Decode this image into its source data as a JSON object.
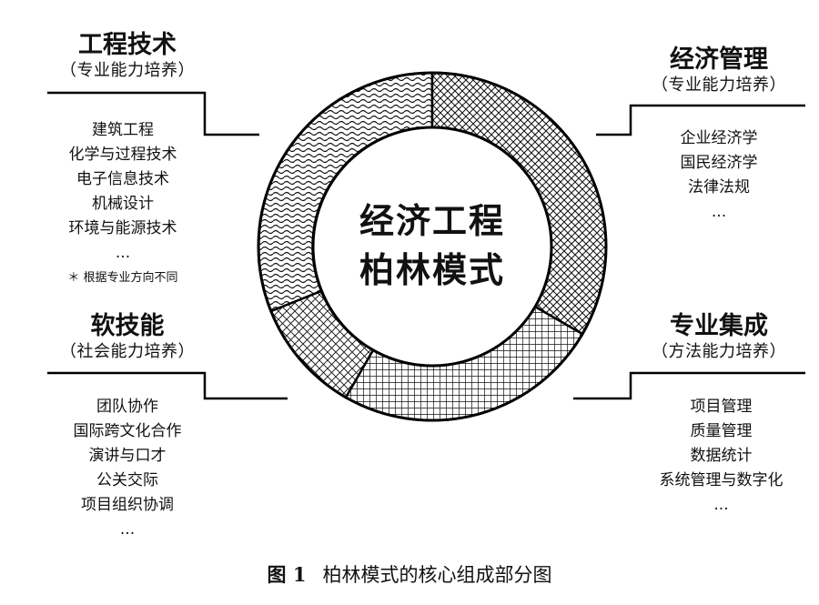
{
  "center": {
    "line1": "经济工程",
    "line2": "柏林模式"
  },
  "engineering": {
    "title": "工程技术",
    "subtitle": "（专业能力培养）",
    "items": [
      "建筑工程",
      "化学与过程技术",
      "电子信息技术",
      "机械设计",
      "环境与能源技术",
      "..."
    ],
    "note": "＊ 根据专业方向不同"
  },
  "economics": {
    "title": "经济管理",
    "subtitle": "（专业能力培养）",
    "items": [
      "企业经济学",
      "国民经济学",
      "法律法规",
      "..."
    ]
  },
  "softskills": {
    "title": "软技能",
    "subtitle": "（社会能力培养）",
    "items": [
      "团队协作",
      "国际跨文化合作",
      "演讲与口才",
      "公关交际",
      "项目组织协调",
      "..."
    ]
  },
  "integration": {
    "title": "专业集成",
    "subtitle": "（方法能力培养）",
    "items": [
      "项目管理",
      "质量管理",
      "数据统计",
      "系统管理与数字化",
      "..."
    ]
  },
  "caption": {
    "label": "图 1",
    "text": "柏林模式的核心组成部分图"
  }
}
